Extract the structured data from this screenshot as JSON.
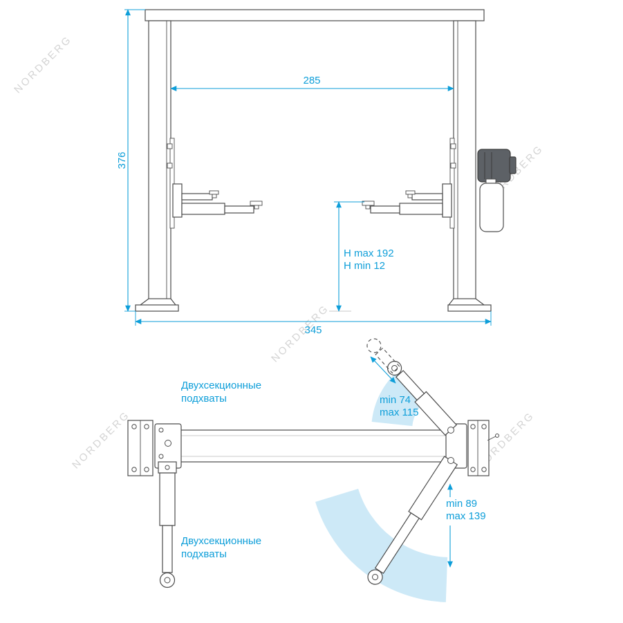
{
  "front_view": {
    "dim_height": "376",
    "dim_width": "285",
    "dim_base": "345",
    "dim_h_max": "H max 192",
    "dim_h_min": "H min 12"
  },
  "top_view": {
    "label_top_1": "Двухсекционные",
    "label_top_2": "подхваты",
    "label_bottom_1": "Двухсекционные",
    "label_bottom_2": "подхваты",
    "upper_arm_min": "min 74",
    "upper_arm_max": "max 115",
    "lower_arm_min": "min 89",
    "lower_arm_max": "max 139"
  },
  "watermark": {
    "text": "NORDBERG"
  },
  "colors": {
    "dimension": "#0d9ed9",
    "line": "#4a4a4a",
    "arc_fill": "#cde9f7",
    "watermark": "#d4d4d4"
  }
}
